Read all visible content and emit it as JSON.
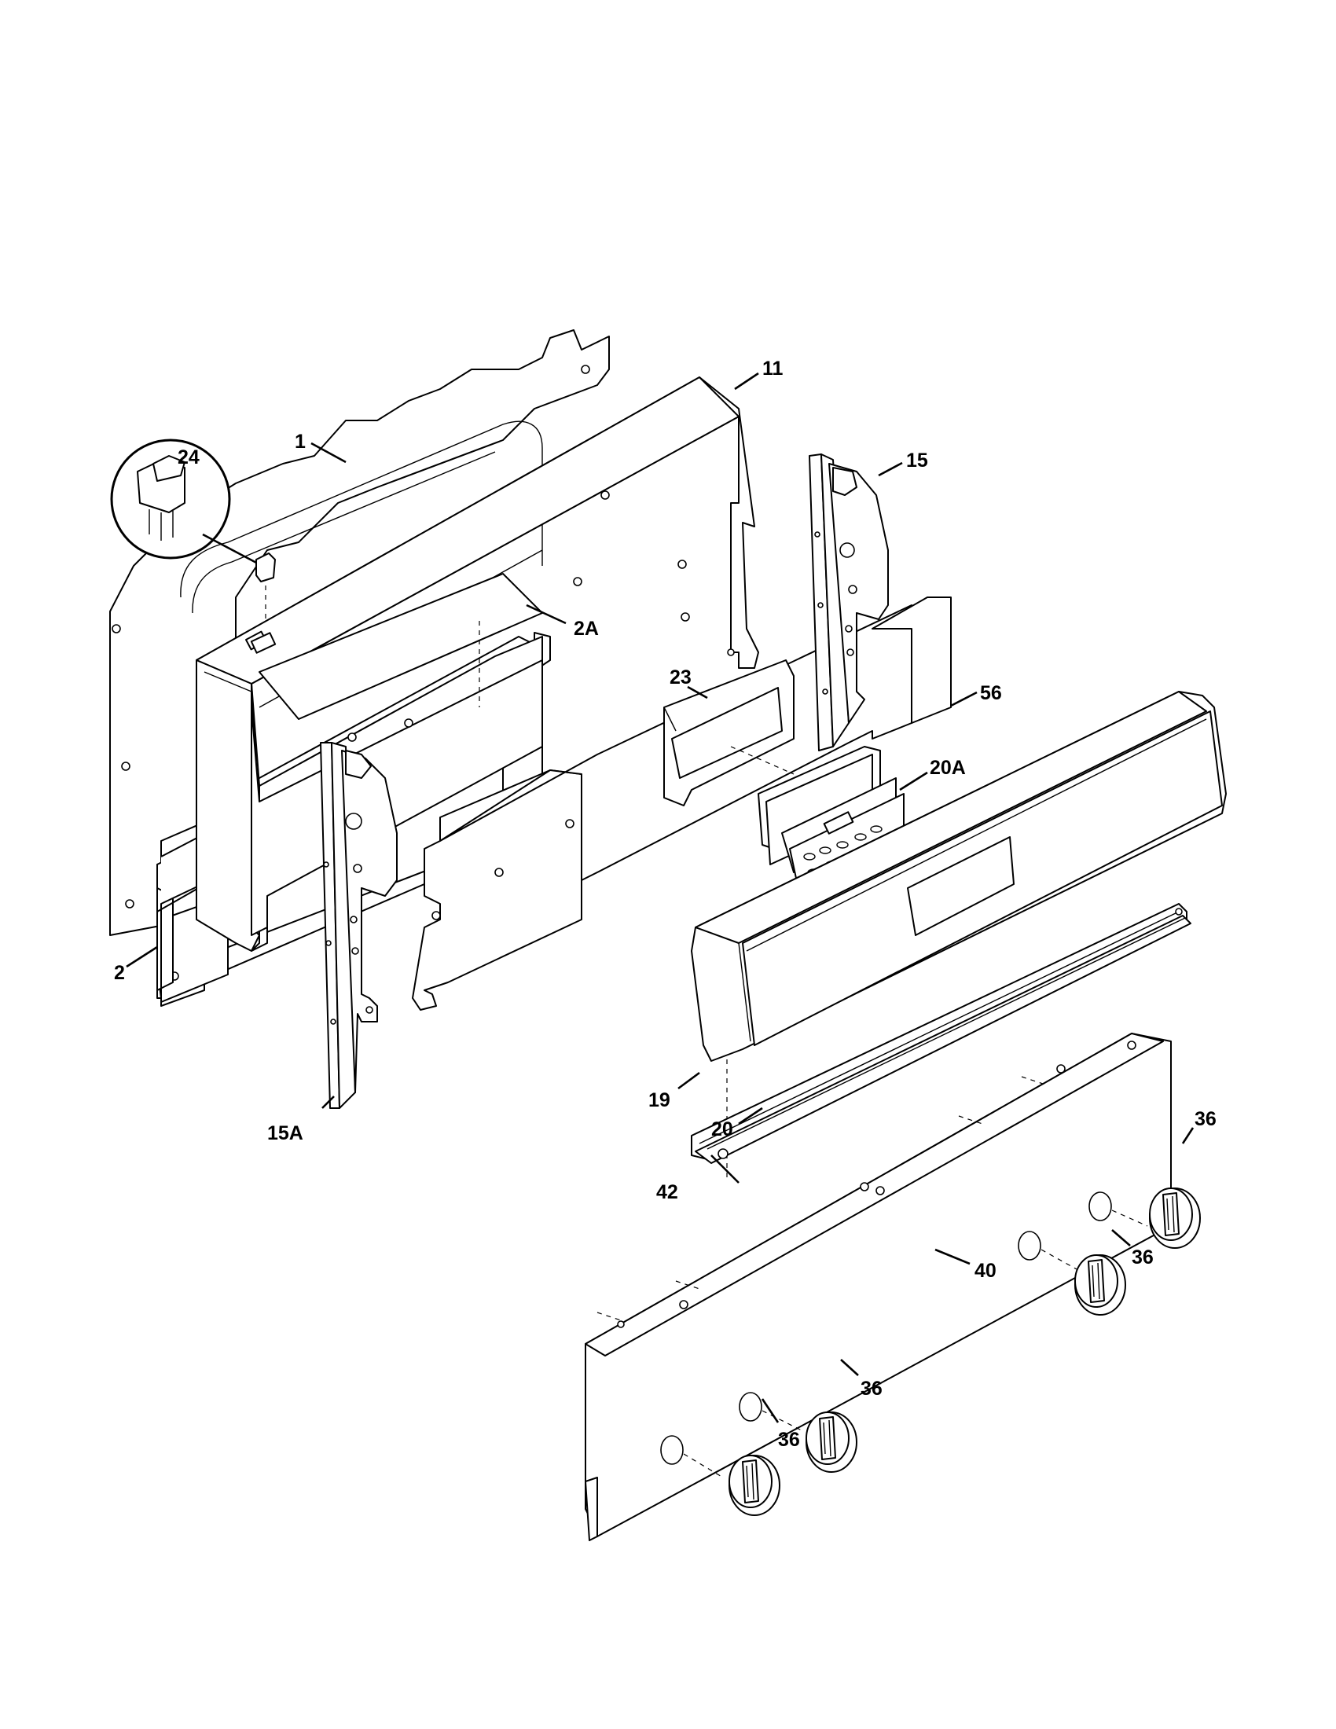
{
  "callouts": {
    "c1": "1",
    "c2": "2",
    "c2a": "2A",
    "c11": "11",
    "c15": "15",
    "c15a": "15A",
    "c19": "19",
    "c20": "20",
    "c20a": "20A",
    "c23": "23",
    "c24": "24",
    "c36a": "36",
    "c36b": "36",
    "c36c": "36",
    "c36d": "36",
    "c40": "40",
    "c42": "42",
    "c56": "56"
  }
}
